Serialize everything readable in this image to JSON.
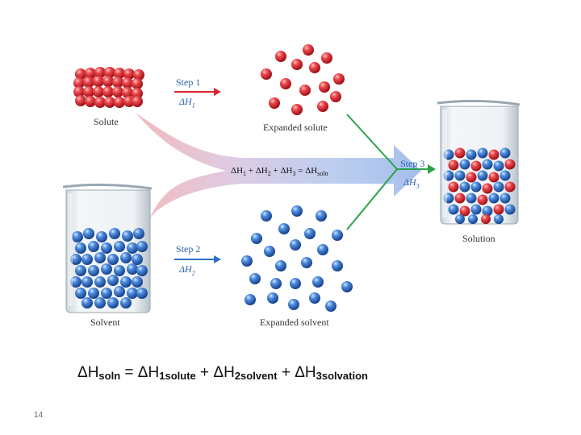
{
  "labels": {
    "solute": "Solute",
    "expanded_solute": "Expanded solute",
    "solvent": "Solvent",
    "expanded_solvent": "Expanded solvent",
    "solution": "Solution"
  },
  "steps": {
    "step1": "Step 1",
    "dh1": "ΔH",
    "dh1_sub": "1",
    "step2": "Step 2",
    "dh2": "ΔH",
    "dh2_sub": "2",
    "step3": "Step 3",
    "dh3": "ΔH",
    "dh3_sub": "3"
  },
  "arrow_equation": {
    "t1": "ΔH",
    "s1": "1",
    "t2": " + ΔH",
    "s2": "2",
    "t3": " + ΔH",
    "s3": "3",
    "t4": " = ΔH",
    "s4": "soln"
  },
  "main_equation": {
    "t1": "ΔH",
    "s1": "soln",
    "t2": " = ΔH",
    "s2": "1solute",
    "t3": " + ΔH",
    "s3": "2solvent",
    "t4": " + ΔH",
    "s4": "3solvation"
  },
  "page_number": "14",
  "colors": {
    "solute_red": "#d8262e",
    "solvent_blue": "#2f6fc4",
    "step_text": "#2a62b0",
    "green_arrow": "#2aa24a"
  }
}
